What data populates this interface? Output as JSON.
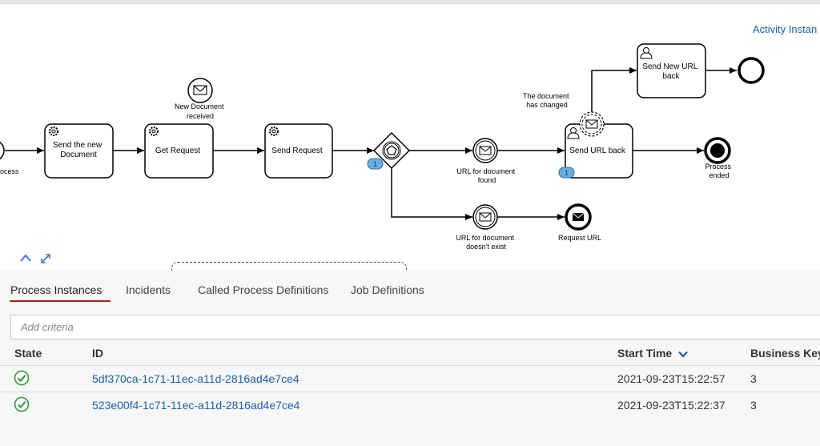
{
  "diagram": {
    "activity_link": "Activity Instan",
    "nodes": {
      "start_event_label": "ocess",
      "send_new_document": [
        "Send the new",
        "Document"
      ],
      "new_document_received": [
        "New Document",
        "received"
      ],
      "get_request": "Get Request",
      "send_request": "Send Request",
      "gateway_badge": "1",
      "url_found": [
        "URL for document",
        "found"
      ],
      "url_not_exist": [
        "URL for document",
        "doesn't exist"
      ],
      "request_url": "Request URL",
      "document_changed": [
        "The document",
        "has changed"
      ],
      "send_url_back": "Send URL back",
      "send_url_back_badge": "1",
      "send_new_url_back": [
        "Send New URL",
        "back"
      ],
      "process_ended": [
        "Process",
        "ended"
      ]
    },
    "controls": {
      "collapse": "^",
      "expand": "⤢"
    }
  },
  "tabs": [
    {
      "label": "Process Instances",
      "active": true
    },
    {
      "label": "Incidents",
      "active": false
    },
    {
      "label": "Called Process Definitions",
      "active": false
    },
    {
      "label": "Job Definitions",
      "active": false
    }
  ],
  "search": {
    "placeholder": "Add criteria"
  },
  "table": {
    "columns": {
      "state": "State",
      "id": "ID",
      "start_time": "Start Time",
      "business_key": "Business Key"
    },
    "rows": [
      {
        "state": "completed",
        "id": "5df370ca-1c71-11ec-a11d-2816ad4e7ce4",
        "start_time": "2021-09-23T15:22:57",
        "business_key": "3"
      },
      {
        "state": "completed",
        "id": "523e00f4-1c71-11ec-a11d-2816ad4e7ce4",
        "start_time": "2021-09-23T15:22:37",
        "business_key": "3"
      }
    ]
  },
  "colors": {
    "accent": "#b71c1c",
    "link": "#1a5ea8",
    "badge": "#6aaee0",
    "success": "#43a047"
  }
}
